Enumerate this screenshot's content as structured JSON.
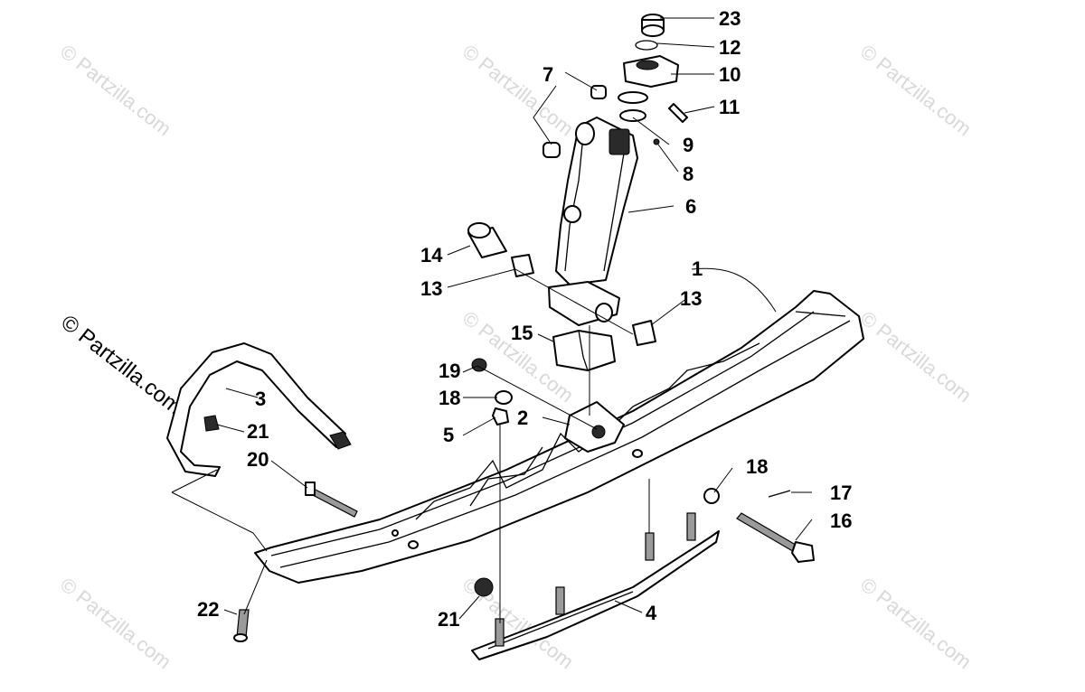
{
  "watermark": {
    "text": "© Partzilla.com",
    "repeat_text": "© Partzilla.com"
  },
  "callouts": [
    {
      "id": "c23",
      "label": "23"
    },
    {
      "id": "c12",
      "label": "12"
    },
    {
      "id": "c10",
      "label": "10"
    },
    {
      "id": "c11",
      "label": "11"
    },
    {
      "id": "c7",
      "label": "7"
    },
    {
      "id": "c9",
      "label": "9"
    },
    {
      "id": "c8",
      "label": "8"
    },
    {
      "id": "c6",
      "label": "6"
    },
    {
      "id": "c14",
      "label": "14"
    },
    {
      "id": "c13a",
      "label": "13"
    },
    {
      "id": "c1",
      "label": "1"
    },
    {
      "id": "c13b",
      "label": "13"
    },
    {
      "id": "c15",
      "label": "15"
    },
    {
      "id": "c19",
      "label": "19"
    },
    {
      "id": "c18a",
      "label": "18"
    },
    {
      "id": "c3",
      "label": "3"
    },
    {
      "id": "c2",
      "label": "2"
    },
    {
      "id": "c21a",
      "label": "21"
    },
    {
      "id": "c5",
      "label": "5"
    },
    {
      "id": "c20",
      "label": "20"
    },
    {
      "id": "c18b",
      "label": "18"
    },
    {
      "id": "c17",
      "label": "17"
    },
    {
      "id": "c16",
      "label": "16"
    },
    {
      "id": "c22",
      "label": "22"
    },
    {
      "id": "c21b",
      "label": "21"
    },
    {
      "id": "c4",
      "label": "4"
    }
  ]
}
